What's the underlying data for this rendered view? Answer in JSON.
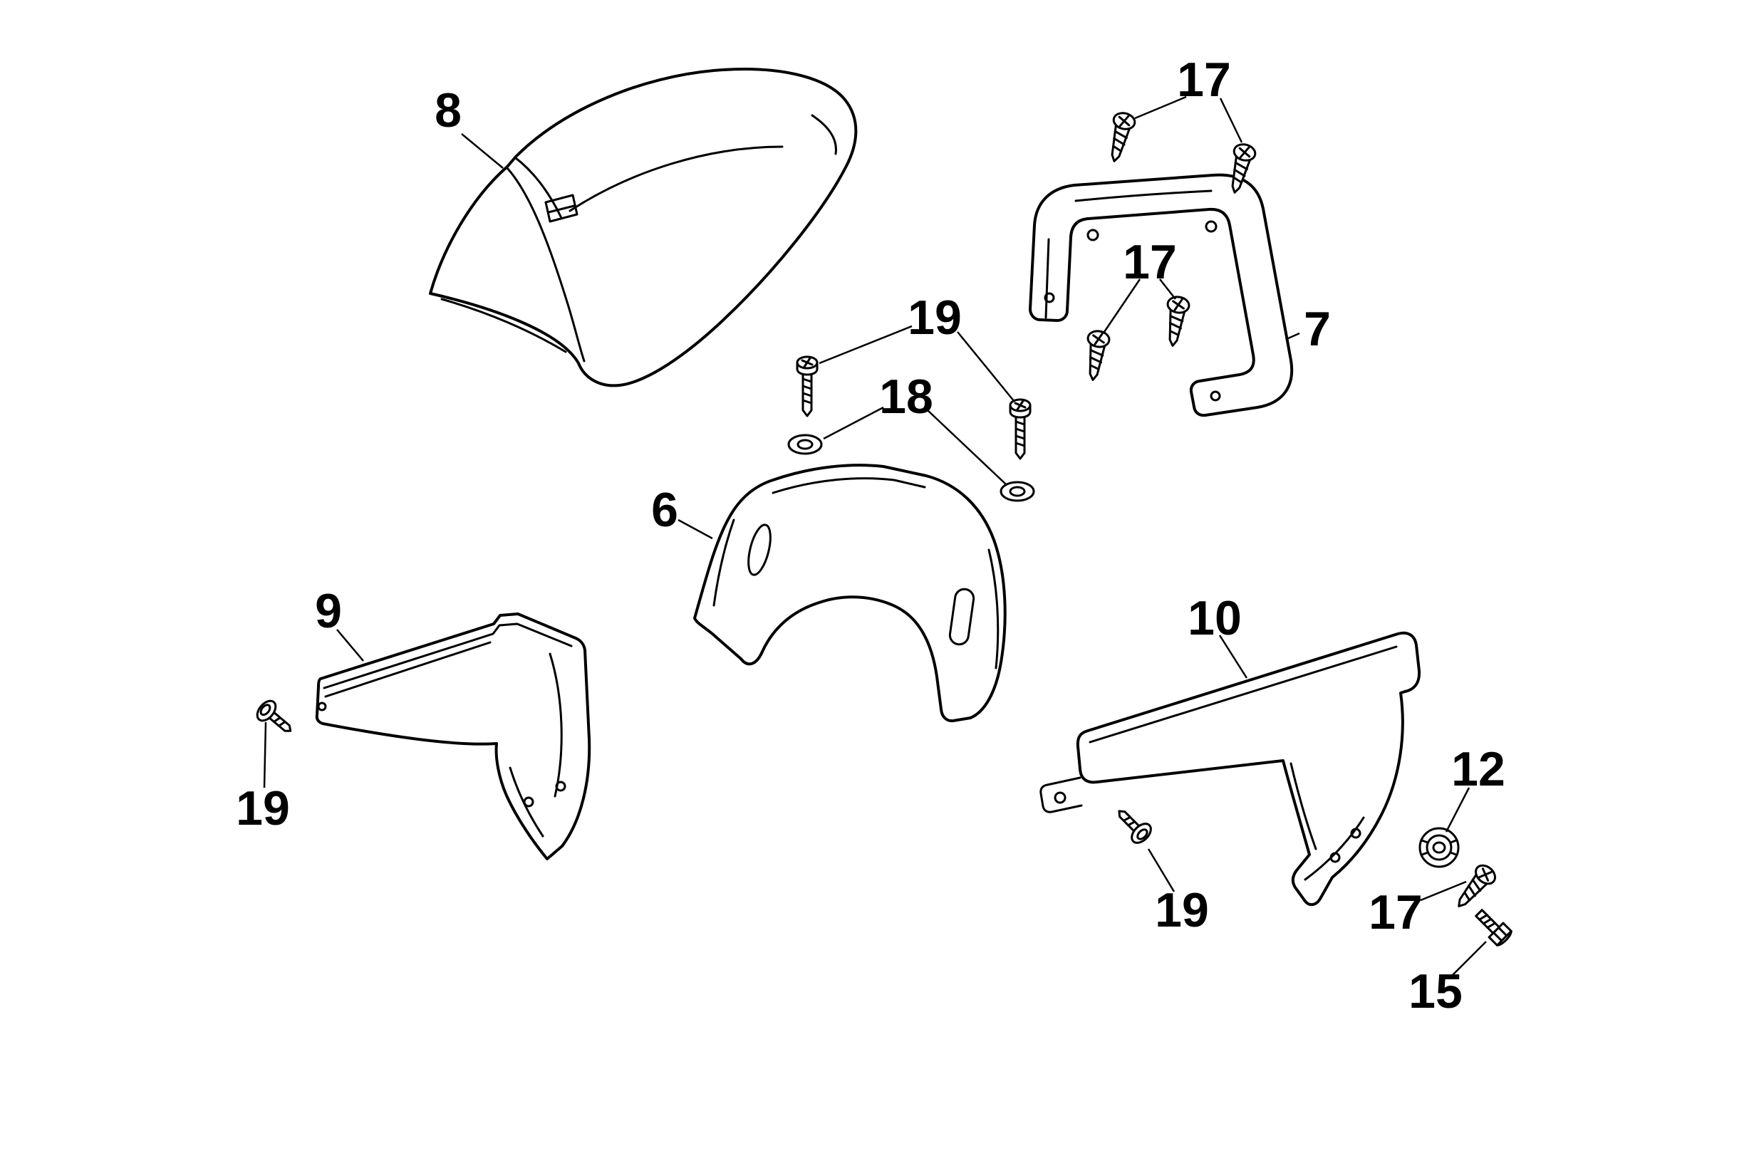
{
  "diagram": {
    "background": "#ffffff",
    "line_color": "#000000"
  },
  "callouts": [
    {
      "text": "8"
    },
    {
      "text": "17"
    },
    {
      "text": "7"
    },
    {
      "text": "17"
    },
    {
      "text": "19"
    },
    {
      "text": "18"
    },
    {
      "text": "6"
    },
    {
      "text": "9"
    },
    {
      "text": "19"
    },
    {
      "text": "10"
    },
    {
      "text": "19"
    },
    {
      "text": "12"
    },
    {
      "text": "17"
    },
    {
      "text": "15"
    }
  ]
}
